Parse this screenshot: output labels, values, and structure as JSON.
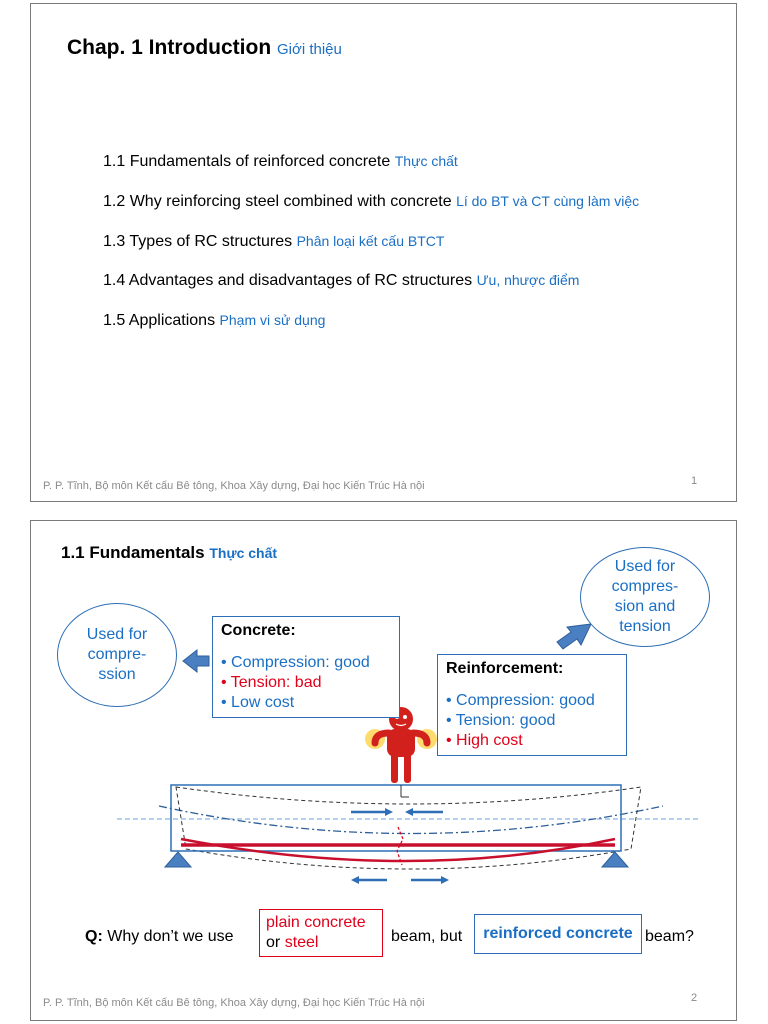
{
  "slide1": {
    "title": "Chap. 1  Introduction",
    "title_vn": "Giới thiệu",
    "items": [
      {
        "en": "1.1 Fundamentals of reinforced concrete",
        "vn": "Thực chất"
      },
      {
        "en": "1.2 Why reinforcing steel combined with concrete",
        "vn": "Lí do BT và CT cùng làm việc"
      },
      {
        "en": "1.3 Types of RC structures",
        "vn": "Phân loại kết cấu BTCT"
      },
      {
        "en": "1.4 Advantages and disadvantages of RC structures",
        "vn": "Ưu, nhược điểm"
      },
      {
        "en": "1.5 Applications",
        "vn": "Phạm vi sử dụng"
      }
    ],
    "footer": "P. P. Tĩnh, Bộ môn Kết cấu Bê tông, Khoa Xây dựng, Đại học Kiến Trúc Hà nội",
    "page": "1"
  },
  "slide2": {
    "title": "1.1 Fundamentals",
    "title_vn": "Thực chất",
    "left_ellipse": [
      "Used for",
      "compre-",
      "ssion"
    ],
    "right_ellipse": [
      "Used for",
      "compres-",
      "sion and",
      "tension"
    ],
    "concrete": {
      "heading": "Concrete:",
      "bullets": [
        {
          "text": "Compression: good",
          "color": "blue"
        },
        {
          "text": "Tension: bad",
          "color": "red"
        },
        {
          "text": "Low cost",
          "color": "blue"
        }
      ]
    },
    "reinforcement": {
      "heading": "Reinforcement:",
      "bullets": [
        {
          "text": "Compression: good",
          "color": "blue"
        },
        {
          "text": "Tension: good",
          "color": "blue"
        },
        {
          "text": "High cost",
          "color": "red"
        }
      ]
    },
    "question": {
      "q": "Q:",
      "text1": "Why don’t we use",
      "opt1": "plain concrete",
      "or": "or",
      "opt2": "steel",
      "text2": "beam, but",
      "rc": "reinforced concrete",
      "text3": "beam?"
    },
    "footer": "P. P. Tĩnh, Bộ môn Kết cấu Bê tông, Khoa Xây dựng, Đại học Kiến Trúc Hà nội",
    "page": "2"
  },
  "colors": {
    "accent_blue": "#1a6fc4",
    "box_border": "#2d6eb5",
    "red": "#e0001a",
    "beam_red": "#c8102e"
  }
}
